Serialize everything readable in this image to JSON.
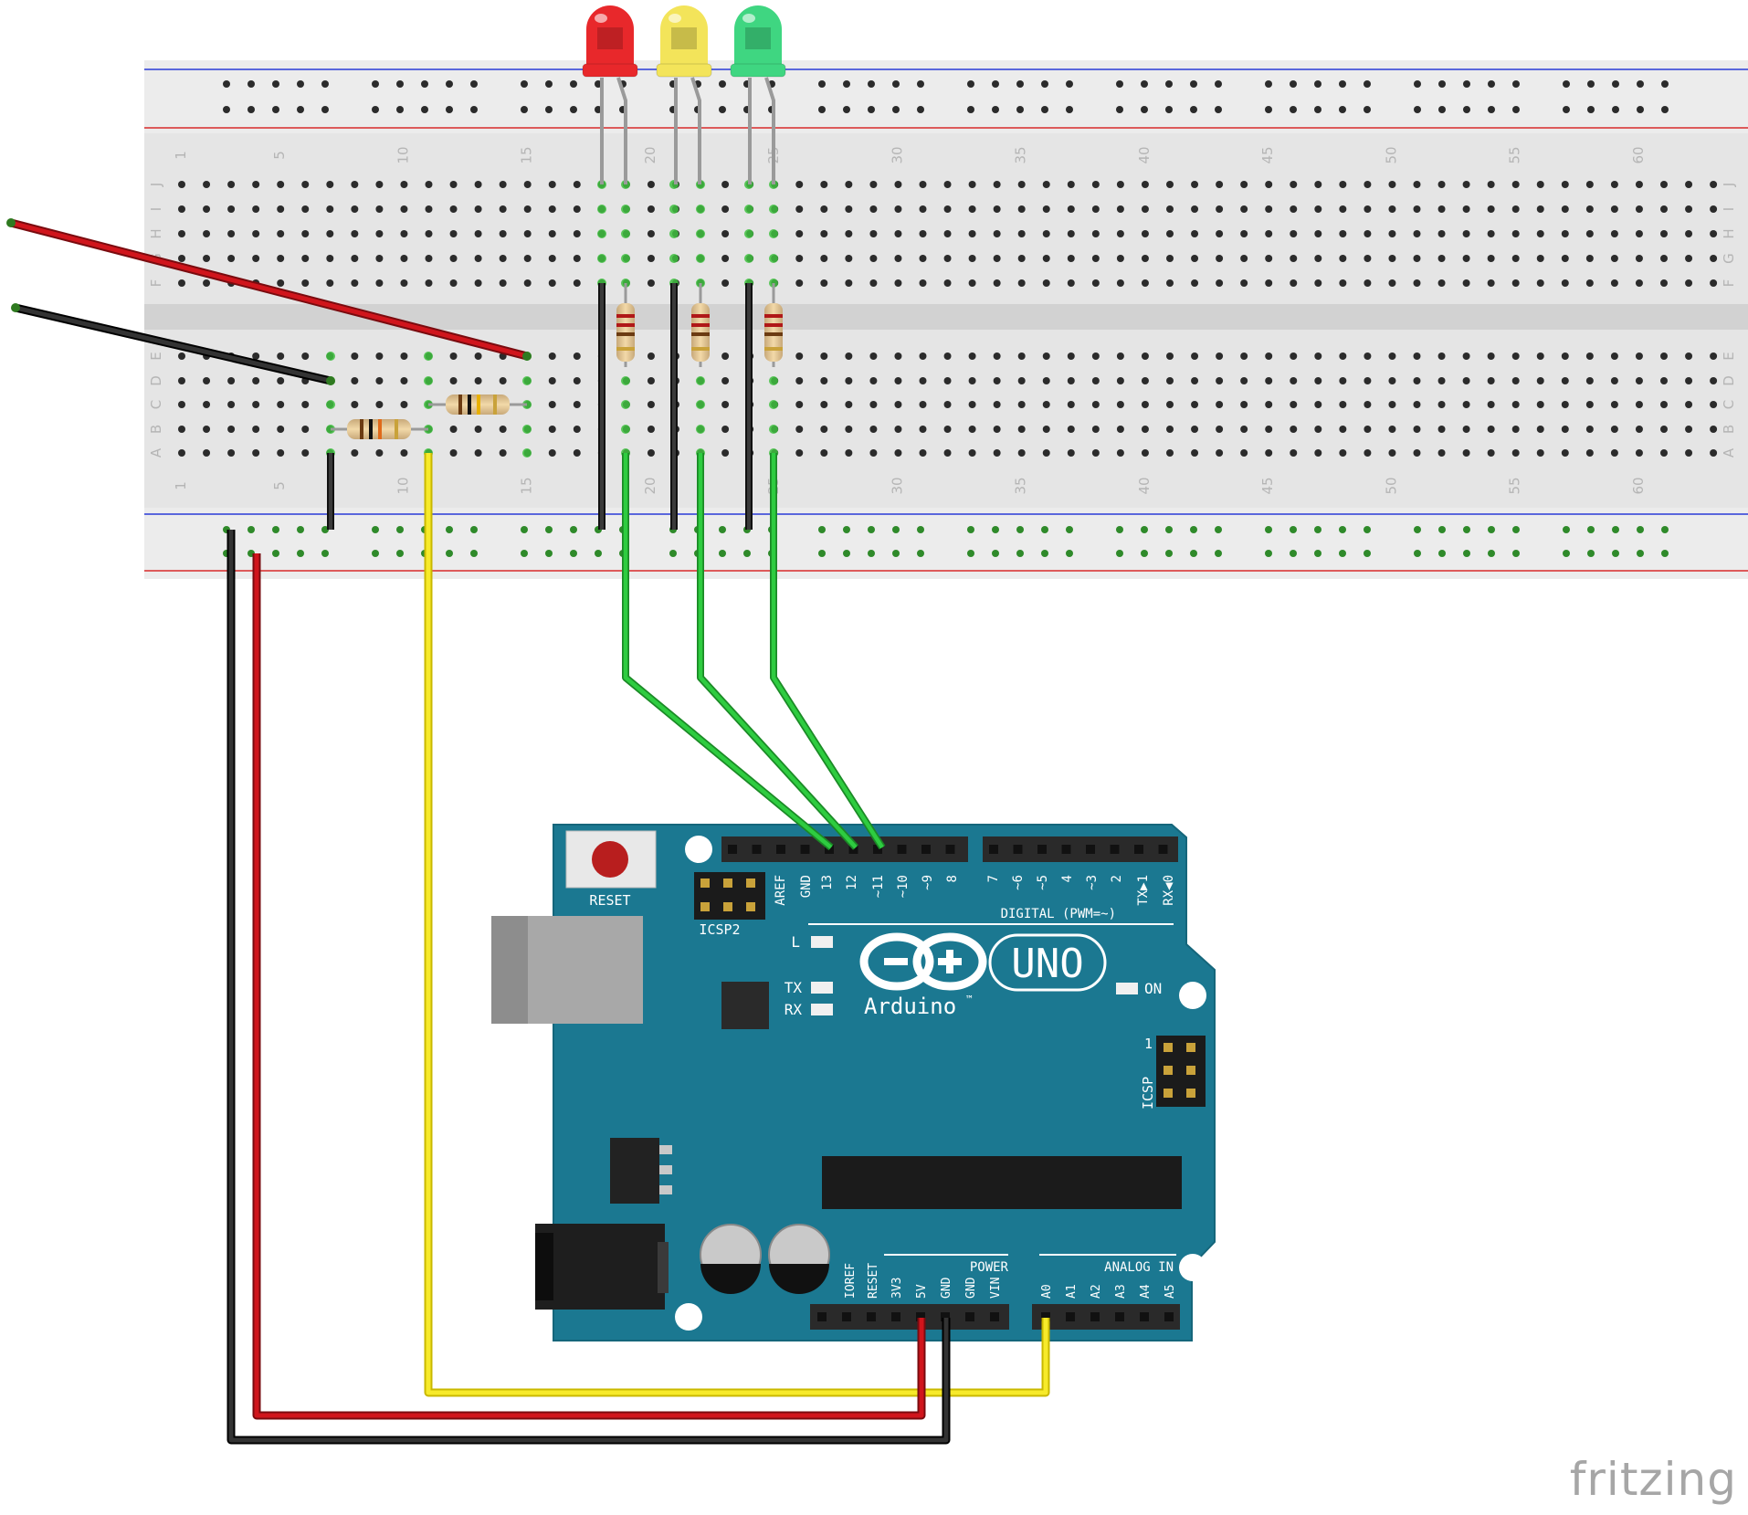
{
  "watermark": "fritzing",
  "breadboard": {
    "column_numbers": [
      "1",
      "5",
      "10",
      "15",
      "20",
      "25",
      "30",
      "35",
      "40",
      "45",
      "50",
      "55",
      "60"
    ],
    "row_letters_top": [
      "J",
      "I",
      "H",
      "G",
      "F"
    ],
    "row_letters_bottom": [
      "E",
      "D",
      "C",
      "B",
      "A"
    ]
  },
  "leds": [
    {
      "name": "red-led",
      "color": "#e8282b"
    },
    {
      "name": "yellow-led",
      "color": "#f3e45a"
    },
    {
      "name": "green-led",
      "color": "#3fd681"
    }
  ],
  "arduino": {
    "reset_label": "RESET",
    "icsp2_label": "ICSP2",
    "icsp_label": "ICSP",
    "icsp_pin1": "1",
    "digital_label": "DIGITAL (PWM=~)",
    "digital_pins": [
      "AREF",
      "GND",
      "13",
      "12",
      "~11",
      "~10",
      "~9",
      "8",
      "7",
      "~6",
      "~5",
      "4",
      "~3",
      "2",
      "TX▶1",
      "RX◀0"
    ],
    "led_l": "L",
    "led_tx": "TX",
    "led_rx": "RX",
    "led_on": "ON",
    "logo_text": "Arduino",
    "logo_tm": "™",
    "model": "UNO",
    "power_label": "POWER",
    "power_pins": [
      "IOREF",
      "RESET",
      "3V3",
      "5V",
      "GND",
      "GND",
      "VIN"
    ],
    "analog_label": "ANALOG IN",
    "analog_pins": [
      "A0",
      "A1",
      "A2",
      "A3",
      "A4",
      "A5"
    ],
    "board_color": "#1b7891"
  },
  "wires": {
    "red": "#c3141b",
    "black": "#2b2b2b",
    "yellow": "#f3e21a",
    "green": "#21b030"
  }
}
